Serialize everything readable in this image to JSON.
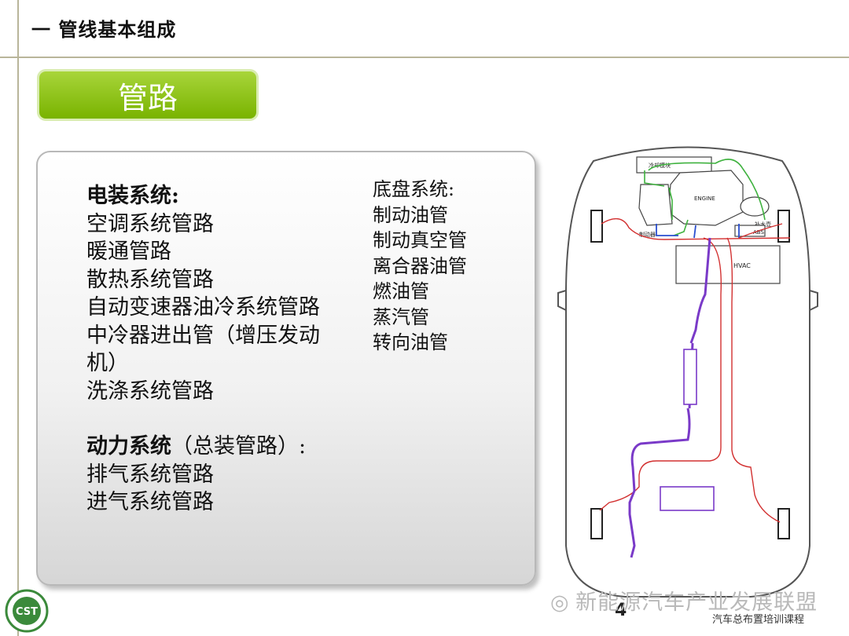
{
  "header": {
    "title": "一  管线基本组成"
  },
  "section_label": "管路",
  "left_column": {
    "electrical_heading": "电装系统:",
    "electrical_items": [
      "空调系统管路",
      "暖通管路",
      "散热系统管路",
      "自动变速器油冷系统管路",
      "中冷器进出管（增压发动",
      "机）",
      "洗涤系统管路"
    ],
    "power_heading": "动力系统",
    "power_heading_note": "（总装管路）:",
    "power_items": [
      "排气系统管路",
      "进气系统管路"
    ]
  },
  "right_column": {
    "heading": "底盘系统:",
    "items": [
      "制动油管",
      "制动真空管",
      "离合器油管",
      "燃油管",
      "蒸汽管",
      "转向油管"
    ]
  },
  "diagram": {
    "labels": {
      "cooling_module": "冷却模块",
      "engine": "ENGINE",
      "reservoir": "补水壶",
      "abs": "ABS",
      "brake": "制动器",
      "hvac": "HVAC"
    },
    "colors": {
      "red_line": "#d23030",
      "green_line": "#3fb23f",
      "purple_line": "#7a3ac8",
      "blue_line": "#2a4fd0"
    }
  },
  "footer": {
    "page_number": "4",
    "watermark": "新能源汽车产业发展联盟",
    "course": "汽车总布置培训课程"
  },
  "logo": {
    "text": "CST"
  }
}
